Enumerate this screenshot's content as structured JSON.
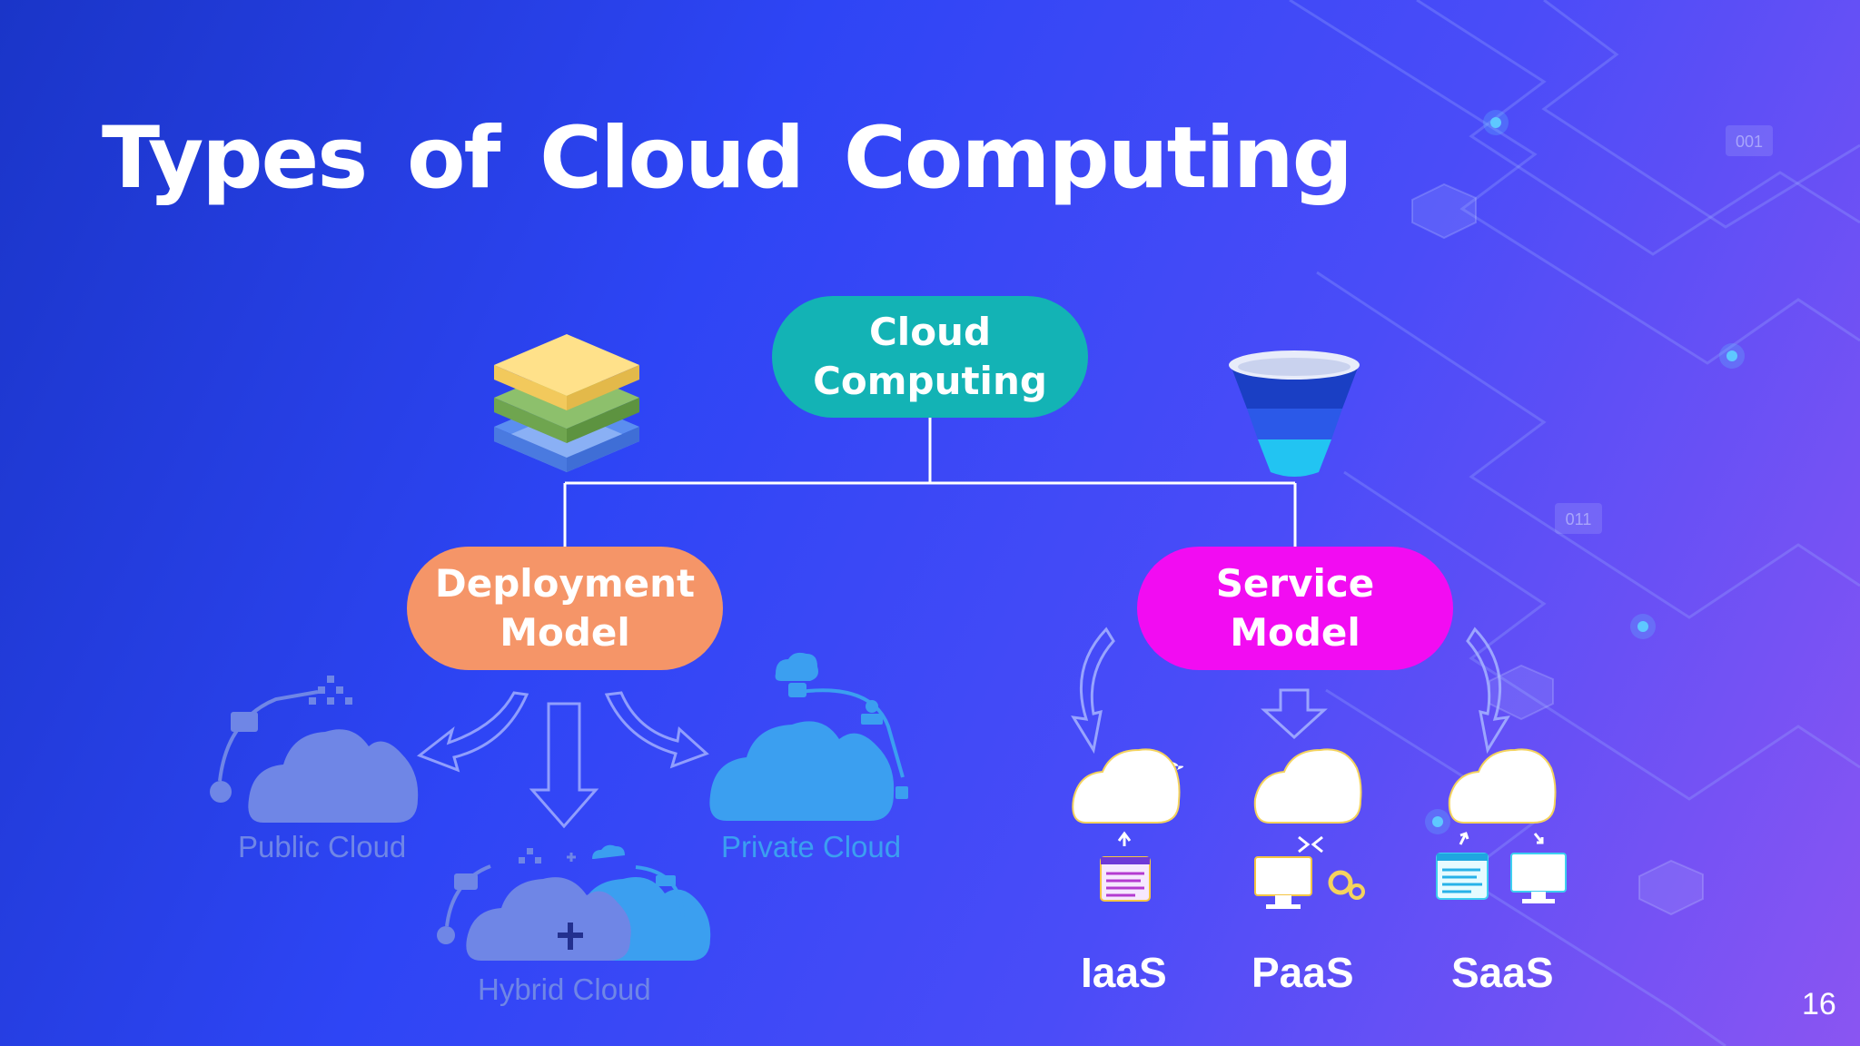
{
  "slide": {
    "title": "Types of Cloud Computing",
    "page_number": "16",
    "background_tags": [
      "001",
      "011"
    ]
  },
  "diagram": {
    "root": {
      "label": "Cloud\nComputing",
      "color": "#13b3b5"
    },
    "deployment": {
      "label": "Deployment\nModel",
      "color": "#f59568",
      "icon": "stacked-layers-icon",
      "children": [
        "Public Cloud",
        "Hybrid Cloud",
        "Private Cloud"
      ]
    },
    "service": {
      "label": "Service\nModel",
      "color": "#f20cf2",
      "icon": "funnel-icon",
      "children": [
        "IaaS",
        "PaaS",
        "SaaS"
      ]
    }
  }
}
